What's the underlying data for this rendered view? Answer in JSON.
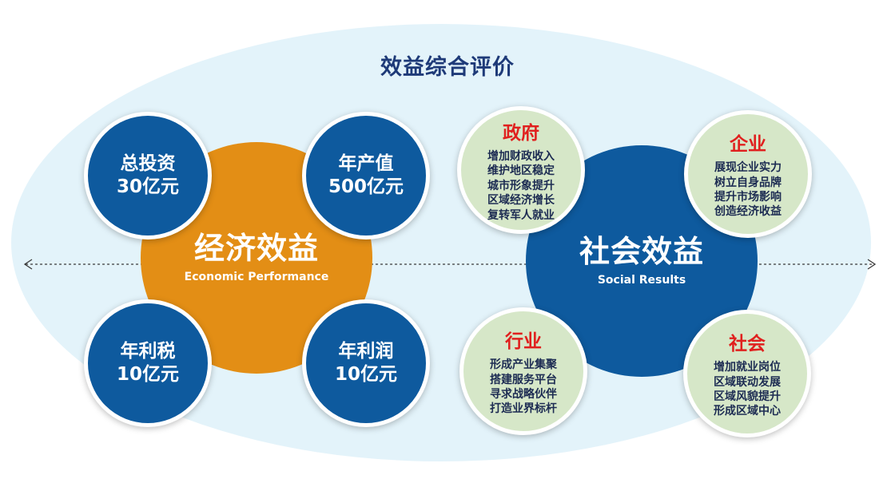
{
  "title": "效益综合评价",
  "economic": {
    "title": "经济效益",
    "subtitle": "Economic Performance",
    "items": [
      {
        "label": "总投资",
        "value": "30亿元"
      },
      {
        "label": "年产值",
        "value": "500亿元"
      },
      {
        "label": "年利税",
        "value": "10亿元"
      },
      {
        "label": "年利润",
        "value": "10亿元"
      }
    ]
  },
  "social": {
    "title": "社会效益",
    "subtitle": "Social Results",
    "groups": [
      {
        "head": "政府",
        "lines": [
          "增加财政收入",
          "维护地区稳定",
          "城市形象提升",
          "区域经济增长",
          "复转军人就业"
        ]
      },
      {
        "head": "企业",
        "lines": [
          "展现企业实力",
          "树立自身品牌",
          "提升市场影响",
          "创造经济收益"
        ]
      },
      {
        "head": "行业",
        "lines": [
          "形成产业集聚",
          "搭建服务平台",
          "寻求战略伙伴",
          "打造业界标杆"
        ]
      },
      {
        "head": "社会",
        "lines": [
          "增加就业岗位",
          "区域联动发展",
          "区域风貌提升",
          "形成区域中心"
        ]
      }
    ]
  },
  "colors": {
    "navy": "#0e5a9e",
    "orange": "#e38e15",
    "green": "#d6e7c8",
    "red": "#e0201e",
    "title": "#1e3a78",
    "background": "#e3f3fa"
  }
}
